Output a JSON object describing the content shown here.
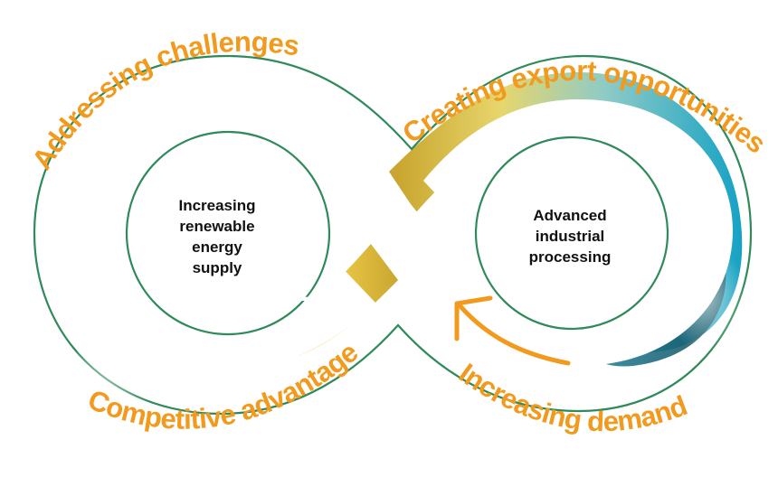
{
  "labels": {
    "top_left": "Addressing challenges",
    "top_right": "Creating export opportunities",
    "bottom_left": "Competitive advantage",
    "bottom_right": "Increasing demand"
  },
  "left_center": [
    "Increasing",
    "renewable",
    "energy",
    "supply"
  ],
  "right_center": [
    "Advanced",
    "industrial",
    "processing"
  ],
  "colors": {
    "label_orange": "#f29a1e",
    "outline_green": "#2e8a5a",
    "band_orange": "#f5a020",
    "band_yellow": "#efd35a",
    "band_teal": "#5fb8c0",
    "band_blue": "#1aa6c6",
    "shadow_dark": "#3a1e0c"
  },
  "icons": {
    "left_arrow": "arrow-up-right-icon",
    "right_arrow": "arrow-up-left-icon"
  }
}
